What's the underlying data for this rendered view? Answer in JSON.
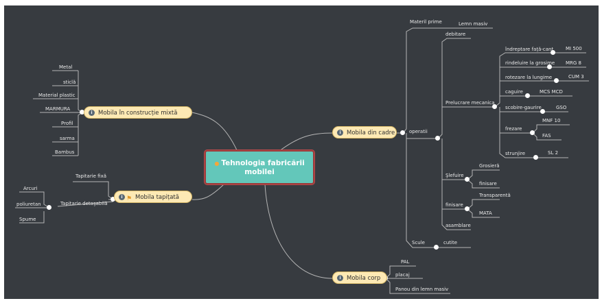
{
  "colors": {
    "canvas": "#373b40",
    "central_fill": "#63c7ba",
    "central_border": "#9c3a3a",
    "branch_fill": "#fde9b4",
    "line": "#b6b6b6",
    "text": "#e9e9e9",
    "icon": "#596874",
    "star": "#f3a73b"
  },
  "central": {
    "icon": "star-icon",
    "line1": "Tehnologia fabricării",
    "line2": "mobilei"
  },
  "branches": {
    "mixta": {
      "label": "Mobila în construcție mixtă",
      "icon": "info-icon",
      "items": [
        "Metal",
        "sticlă",
        "Material plastic",
        "MARMURA",
        "Profil",
        "sarma",
        "Bambus"
      ]
    },
    "tapitata": {
      "label": "Mobila tapițată",
      "icons": [
        "info-icon",
        "flag-icon"
      ],
      "fixa": "Tapitarie fixă",
      "detasabila": "Tapitarie detaşabilă",
      "sub": [
        "Arcuri",
        "poliuretan",
        "Spume"
      ]
    },
    "cadre": {
      "label": "Mobila din cadre",
      "icon": "info-icon",
      "materiali": "Materil prime",
      "lemn": "Lemn masiv",
      "operatii": "operatii",
      "debitare": "debitare",
      "prelucrare": "Prelucrare mecanica",
      "prel_items": [
        {
          "name": "îndreptare față-cant",
          "machine": "MI 500"
        },
        {
          "name": "rindeluire la grosime",
          "machine": "MRG 8"
        },
        {
          "name": "rotezare la lungime",
          "machine": "CUM 3"
        },
        {
          "name": "caguire",
          "machine": "MCS MCD"
        },
        {
          "name": "scobire-gaurire",
          "machine": "GSO"
        },
        {
          "name": "frezare",
          "machines": [
            "MNF 10",
            "FAS"
          ]
        },
        {
          "name": "strunjire",
          "machine": "SL 2"
        }
      ],
      "slefuire": "Şlefuire",
      "slefuire_items": [
        "Grosieră",
        "finisare"
      ],
      "finisare": "finisare",
      "finisare_items": [
        "Transparentă",
        "MATA"
      ],
      "asamblare": "asamblare",
      "scule": "Scule",
      "cutite": "cutite"
    },
    "corp": {
      "label": "Mobila corp",
      "icon": "info-icon",
      "items": [
        "PAL",
        "placaj",
        "Panou din lemn masiv"
      ]
    }
  }
}
